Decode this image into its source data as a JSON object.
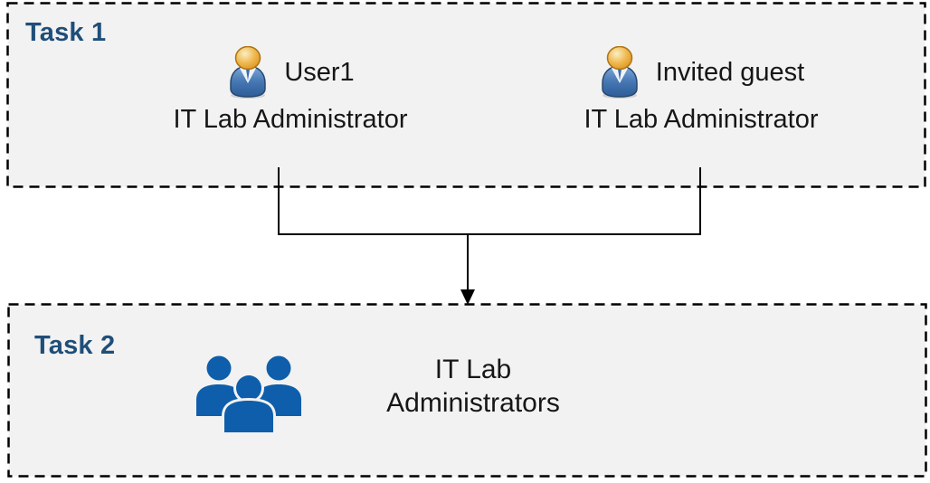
{
  "task1": {
    "label": "Task 1",
    "users": [
      {
        "name": "User1",
        "role": "IT Lab Administrator",
        "icon": "user-person-icon"
      },
      {
        "name": "Invited guest",
        "role": "IT Lab Administrator",
        "icon": "user-person-icon"
      }
    ]
  },
  "task2": {
    "label": "Task 2",
    "group_name": "IT Lab Administrators",
    "icon": "people-group-icon"
  },
  "connector": {
    "type": "merge-arrow",
    "description": "lines from both Task 1 users merge and point down to Task 2 group"
  },
  "colors": {
    "task_label_blue": "#1F4E79",
    "box_fill": "#F2F2F2",
    "box_border": "#000000",
    "connector_line": "#000000",
    "group_icon_blue": "#0E5EAB",
    "user_icon_head_gold": "#E8A33C",
    "user_icon_body_blue": "#3E6DA8",
    "text": "#161616"
  }
}
